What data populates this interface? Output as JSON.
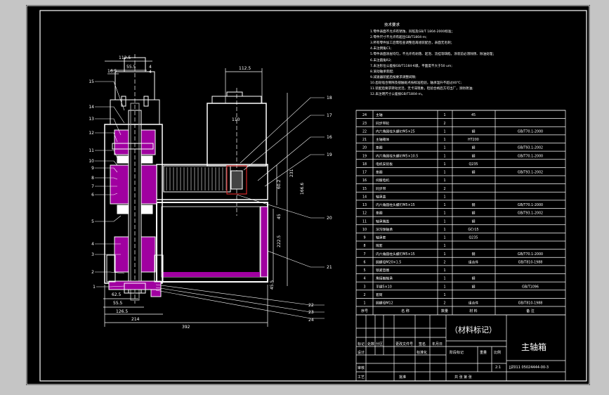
{
  "drawing": {
    "title": "主轴箱",
    "material_mark": "（材料标记）",
    "drawing_number": "JJZ011 05024444-00-3",
    "scale": "2:1",
    "note_heading": "技术要求",
    "notes": [
      "1.零件表面不允许有锈蚀、凹陷及GB/T 1804-2000标准；",
      "2.零件尺寸不允许有超出GB/T1804-m;",
      "3.所有零件加工后需检查调整后再组装配合，表面无毛刺；",
      "4.未注倒角C1;",
      "5.零件表面涂层均匀，不允许有剥落、起泡、流挂等缺陷，涂装前必须除锈、除油处理；",
      "6.未注圆角R2;",
      "7.未注形位公差按GB/T1184-K级，平面度不大于50 um;",
      "8.滚动轴承装配;",
      "9.减速器装配后按要求调整间隙;",
      "10.齿轮啮合侧隙及接触斑点按标准检验，轴承温升不超过40℃;",
      "11.装配后要求转动灵活，无卡滞现象，检验合格后方可出厂，涂防锈油;",
      "12.未注明尺寸公差按GB/T1804-m。"
    ],
    "dimensions": {
      "d_112_5_top": "112.5",
      "d_55_5": "55.5",
      "d_4": "4",
      "d_16_5": "16.5",
      "d_4_top": "4",
      "d_112_5_motor": "112.5",
      "d_110": "110",
      "d_231": "231",
      "d_166_6": "166.6",
      "d_60_2": "60.2",
      "d_45": "45",
      "d_222_5": "222.5",
      "d_45_5": "45.5",
      "d_62_5": "62.5",
      "d_55_5_bottom": "55.5",
      "d_126_5": "126.5",
      "d_214": "214",
      "d_392": "392"
    },
    "balloons_left": [
      "15",
      "14",
      "13",
      "12",
      "11",
      "10",
      "9",
      "8",
      "7",
      "6",
      "5",
      "4",
      "3",
      "2",
      "1"
    ],
    "balloons_right": [
      "18",
      "17",
      "16",
      "19",
      "20",
      "21",
      "22",
      "23",
      "24"
    ],
    "bom_header": [
      "序号",
      "名    称",
      "数量",
      "材    料",
      "备    注"
    ],
    "bom_rows": [
      {
        "no": "24",
        "name": "主轴",
        "qty": "1",
        "mat": "45",
        "note": ""
      },
      {
        "no": "23",
        "name": "同步带轮",
        "qty": "2",
        "mat": "",
        "note": ""
      },
      {
        "no": "22",
        "name": "内六角圆柱头螺钉M5×25",
        "qty": "1",
        "mat": "钢",
        "note": "GB/T70.1-2000"
      },
      {
        "no": "21",
        "name": "主轴箱体",
        "qty": "1",
        "mat": "HT200",
        "note": ""
      },
      {
        "no": "20",
        "name": "垫圈",
        "qty": "1",
        "mat": "钢",
        "note": "GB/T93.1-2002"
      },
      {
        "no": "19",
        "name": "内六角圆柱头螺钉M5×10.5",
        "qty": "1",
        "mat": "钢",
        "note": "GB/T70.1-2000"
      },
      {
        "no": "18",
        "name": "电机安装板",
        "qty": "1",
        "mat": "Q235",
        "note": ""
      },
      {
        "no": "17",
        "name": "垫圈",
        "qty": "1",
        "mat": "钢",
        "note": "GB/T93.1-2002"
      },
      {
        "no": "16",
        "name": "伺服电机",
        "qty": "1",
        "mat": "",
        "note": ""
      },
      {
        "no": "15",
        "name": "同步带",
        "qty": "2",
        "mat": "",
        "note": ""
      },
      {
        "no": "14",
        "name": "轴承盖",
        "qty": "1",
        "mat": "",
        "note": ""
      },
      {
        "no": "13",
        "name": "内六角圆柱头螺钉M5×15",
        "qty": "1",
        "mat": "钢",
        "note": "GB/T70.1-2000"
      },
      {
        "no": "12",
        "name": "垫圈",
        "qty": "1",
        "mat": "钢",
        "note": "GB/T93.1-2002"
      },
      {
        "no": "11",
        "name": "轴承端盖",
        "qty": "1",
        "mat": "钢",
        "note": ""
      },
      {
        "no": "10",
        "name": "深沟球轴承",
        "qty": "1",
        "mat": "GCr15",
        "note": ""
      },
      {
        "no": "9",
        "name": "轴承套",
        "qty": "1",
        "mat": "Q235",
        "note": ""
      },
      {
        "no": "8",
        "name": "隔套",
        "qty": "1",
        "mat": "",
        "note": ""
      },
      {
        "no": "7",
        "name": "内六角圆柱头螺钉M5×15",
        "qty": "1",
        "mat": "钢",
        "note": "GB/T70.1-2000"
      },
      {
        "no": "6",
        "name": "圆螺母M20×1.5",
        "qty": "2",
        "mat": "组合件",
        "note": "GB/T810-1988"
      },
      {
        "no": "5",
        "name": "锁紧垫圈",
        "qty": "1",
        "mat": "",
        "note": ""
      },
      {
        "no": "4",
        "name": "角接触轴承",
        "qty": "1",
        "mat": "钢",
        "note": ""
      },
      {
        "no": "3",
        "name": "平键5×10",
        "qty": "1",
        "mat": "钢",
        "note": "GB/T1096"
      },
      {
        "no": "2",
        "name": "套筒",
        "qty": "1",
        "mat": "",
        "note": ""
      },
      {
        "no": "1",
        "name": "圆螺母M12",
        "qty": "2",
        "mat": "组合件",
        "note": "GB/T810-1988"
      }
    ],
    "title_block": {
      "mark": "标记",
      "count": "处数",
      "zone": "分区",
      "change_doc": "更改文件号",
      "sign": "签名",
      "date": "年月日",
      "design": "设计",
      "standardize": "标准化",
      "stage_mark": "阶段标记",
      "weight": "重量",
      "ratio": "比例",
      "review": "审核",
      "process": "工艺",
      "approve": "批准",
      "sheets": "共  张  第  张"
    }
  }
}
